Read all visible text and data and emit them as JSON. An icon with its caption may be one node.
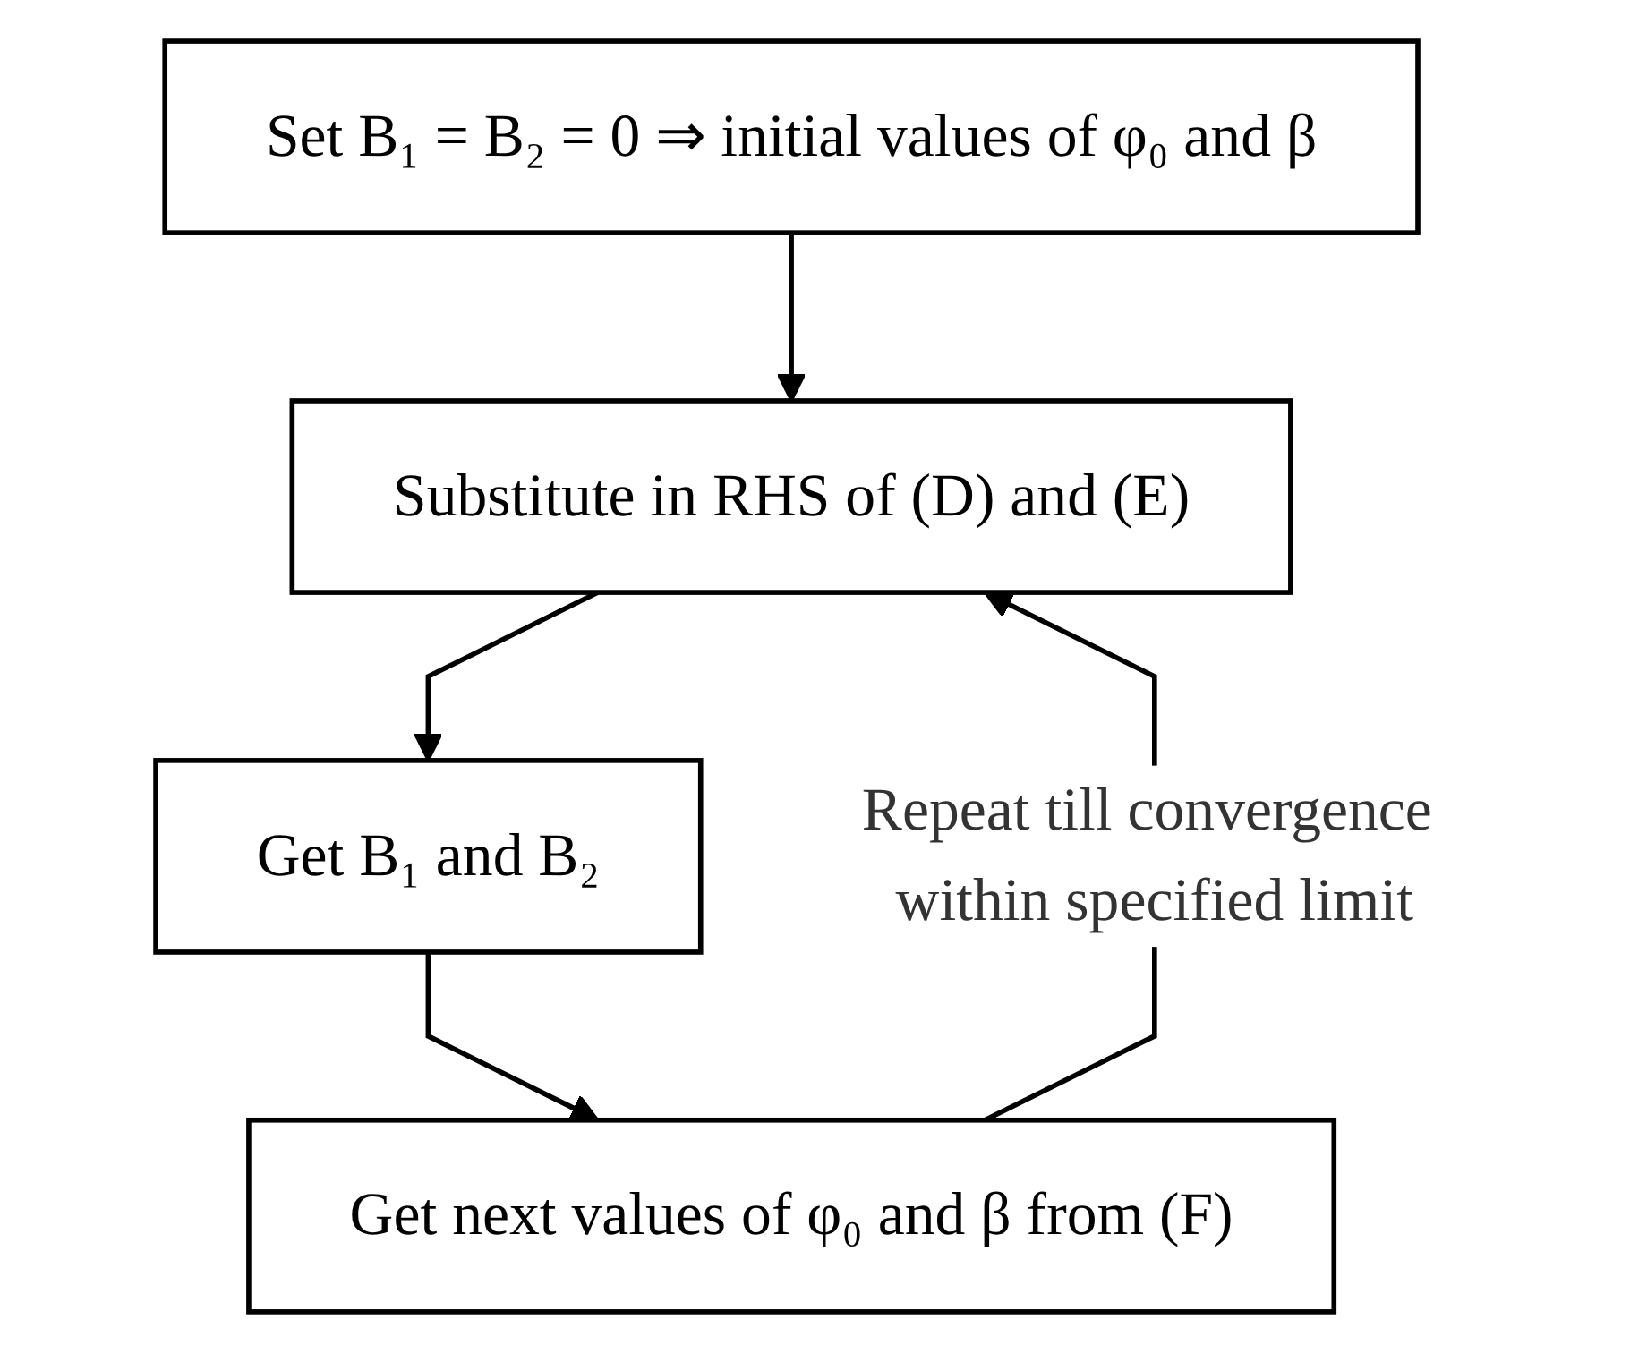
{
  "diagram": {
    "nodes": [
      {
        "text": [
          "Set B₁ = B₂ = 0 ⇒ initial values of φ₀ and β"
        ]
      },
      {
        "text": [
          "Substitute in RHS of (D) and (E)"
        ]
      },
      {
        "text": [
          "Get B₁ and B₂"
        ]
      },
      {
        "text": [
          "Get next values of φ₀ and β from (F)"
        ]
      }
    ],
    "edges": [
      {
        "from": 0,
        "to": 1,
        "arrow": "to"
      },
      {
        "from": 1,
        "to": 2,
        "arrow": "to"
      },
      {
        "from": 2,
        "to": 3,
        "arrow": "to"
      },
      {
        "from": 3,
        "to": 1,
        "arrow": "to",
        "label": "Repeat till convergence within specified limit"
      }
    ]
  }
}
